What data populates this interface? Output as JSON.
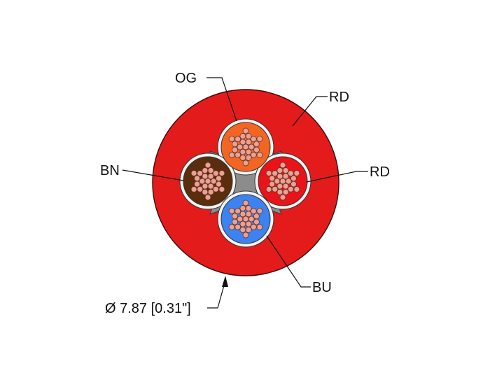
{
  "labels": {
    "og": "OG",
    "rd_jacket": "RD",
    "rd_core": "RD",
    "bn": "BN",
    "bu": "BU",
    "diameter": "Ø 7.87 [0.31\"]"
  },
  "colors": {
    "jacket": "#e31b1b",
    "jacket_outline": "#3a0a0a",
    "filler": "#8c8c8c",
    "og": "#f26522",
    "rd": "#e8141a",
    "bn": "#5a2d0c",
    "bu": "#3c82f0",
    "strand": "#e7a293",
    "strand_stroke": "#6b2f24"
  },
  "icons": {
    "arrow": "arrow-up-icon"
  }
}
